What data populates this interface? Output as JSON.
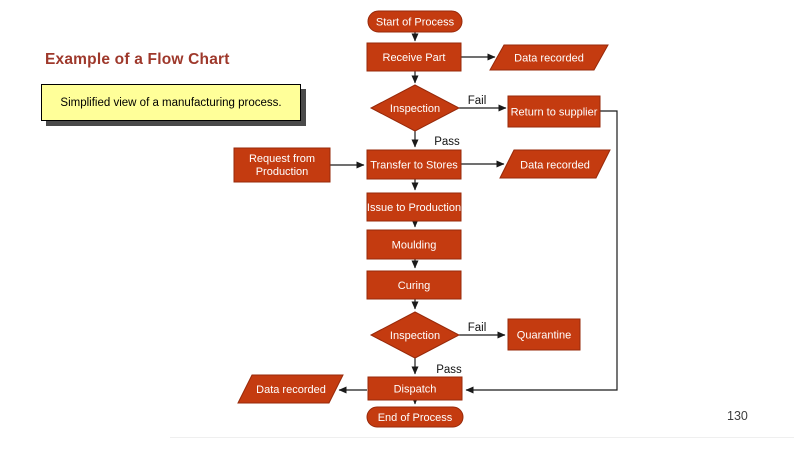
{
  "slide": {
    "title": "Example of a Flow Chart",
    "callout_text": "Simplified view of a manufacturing process.",
    "page_number": "130"
  },
  "colors": {
    "background": "#FFFFFF",
    "shape_fill": "#C43B10",
    "shape_stroke": "#97290A",
    "node_text": "#FFFFFF",
    "connector": "#1A1A1A",
    "title_color": "#9E382B",
    "callout_fill": "#FFFF99",
    "callout_border": "#000000",
    "callout_shadow": "#4A4A4A"
  },
  "flowchart": {
    "nodes": {
      "start": {
        "type": "terminator",
        "label": "Start of Process"
      },
      "receive": {
        "type": "process",
        "label": "Receive Part"
      },
      "data_top": {
        "type": "io",
        "label": "Data recorded"
      },
      "inspection1": {
        "type": "decision",
        "label": "Inspection"
      },
      "return_supplier": {
        "type": "process",
        "label": "Return to supplier"
      },
      "request": {
        "type": "process",
        "label": "Request from Production",
        "line1": "Request from",
        "line2": "Production"
      },
      "transfer": {
        "type": "process",
        "label": "Transfer to Stores"
      },
      "data_mid": {
        "type": "io",
        "label": "Data recorded"
      },
      "issue": {
        "type": "process",
        "label": "Issue to Production"
      },
      "moulding": {
        "type": "process",
        "label": "Moulding"
      },
      "curing": {
        "type": "process",
        "label": "Curing"
      },
      "inspection2": {
        "type": "decision",
        "label": "Inspection"
      },
      "quarantine": {
        "type": "process",
        "label": "Quarantine"
      },
      "dispatch": {
        "type": "process",
        "label": "Dispatch"
      },
      "data_bottom": {
        "type": "io",
        "label": "Data recorded"
      },
      "end": {
        "type": "terminator",
        "label": "End of Process"
      }
    },
    "edge_labels": {
      "inspection1_fail": "Fail",
      "inspection1_pass": "Pass",
      "inspection2_fail": "Fail",
      "inspection2_pass": "Pass"
    }
  }
}
